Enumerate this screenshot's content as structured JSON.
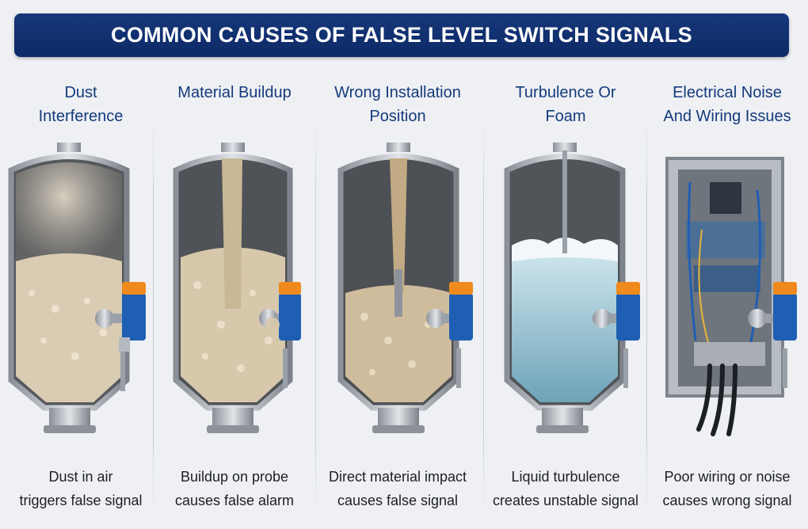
{
  "title": "COMMON CAUSES OF FALSE LEVEL SWITCH SIGNALS",
  "panels": [
    {
      "heading": [
        "Dust",
        "Interference"
      ],
      "caption": [
        "Dust in air",
        "triggers false signal"
      ],
      "fill": "#d9ccb2",
      "icon": "silo-dust-icon"
    },
    {
      "heading": [
        "Material Buildup"
      ],
      "caption": [
        "Buildup on probe",
        "causes false alarm"
      ],
      "fill": "#d7c8ac",
      "icon": "silo-buildup-icon"
    },
    {
      "heading": [
        "Wrong Installation",
        "Position"
      ],
      "caption": [
        "Direct material impact",
        "causes false signal"
      ],
      "fill": "#cfbc9c",
      "icon": "silo-installation-icon"
    },
    {
      "heading": [
        "Turbulence Or",
        "Foam"
      ],
      "caption": [
        "Liquid turbulence",
        "creates unstable signal"
      ],
      "fill": "#9fc3d2",
      "icon": "tank-foam-icon"
    },
    {
      "heading": [
        "Electrical Noise",
        "And Wiring Issues"
      ],
      "caption": [
        "Poor wiring or noise",
        "causes wrong signal"
      ],
      "fill": "#8f959c",
      "icon": "control-cabinet-icon"
    }
  ],
  "colors": {
    "banner": "#0f2f6e",
    "heading": "#143a7c",
    "sensor_head": "#f08a1c",
    "sensor_body": "#1f5fb3"
  }
}
